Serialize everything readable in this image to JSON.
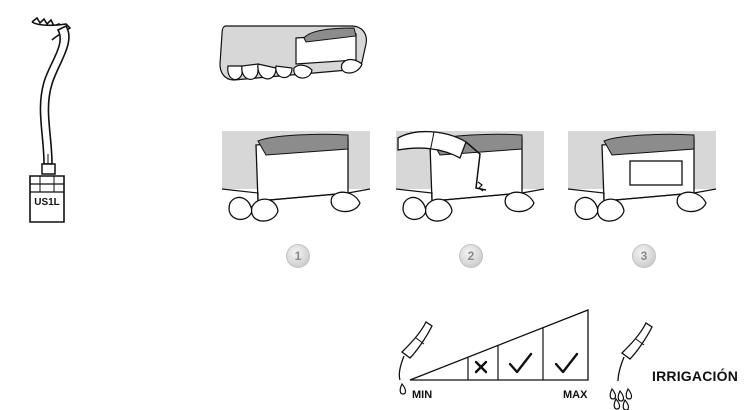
{
  "tip": {
    "label": "US1L"
  },
  "steps": [
    {
      "number": "1"
    },
    {
      "number": "2"
    },
    {
      "number": "3"
    }
  ],
  "irrigation": {
    "min_label": "MIN",
    "max_label": "MAX",
    "title": "IRRIGACIÓN",
    "levels": [
      "not-allowed",
      "allowed",
      "allowed"
    ]
  },
  "colors": {
    "bone": "#d7d7d7",
    "graft": "#8c8c8c",
    "outline": "#111111",
    "badge": "#c8c8c8"
  }
}
